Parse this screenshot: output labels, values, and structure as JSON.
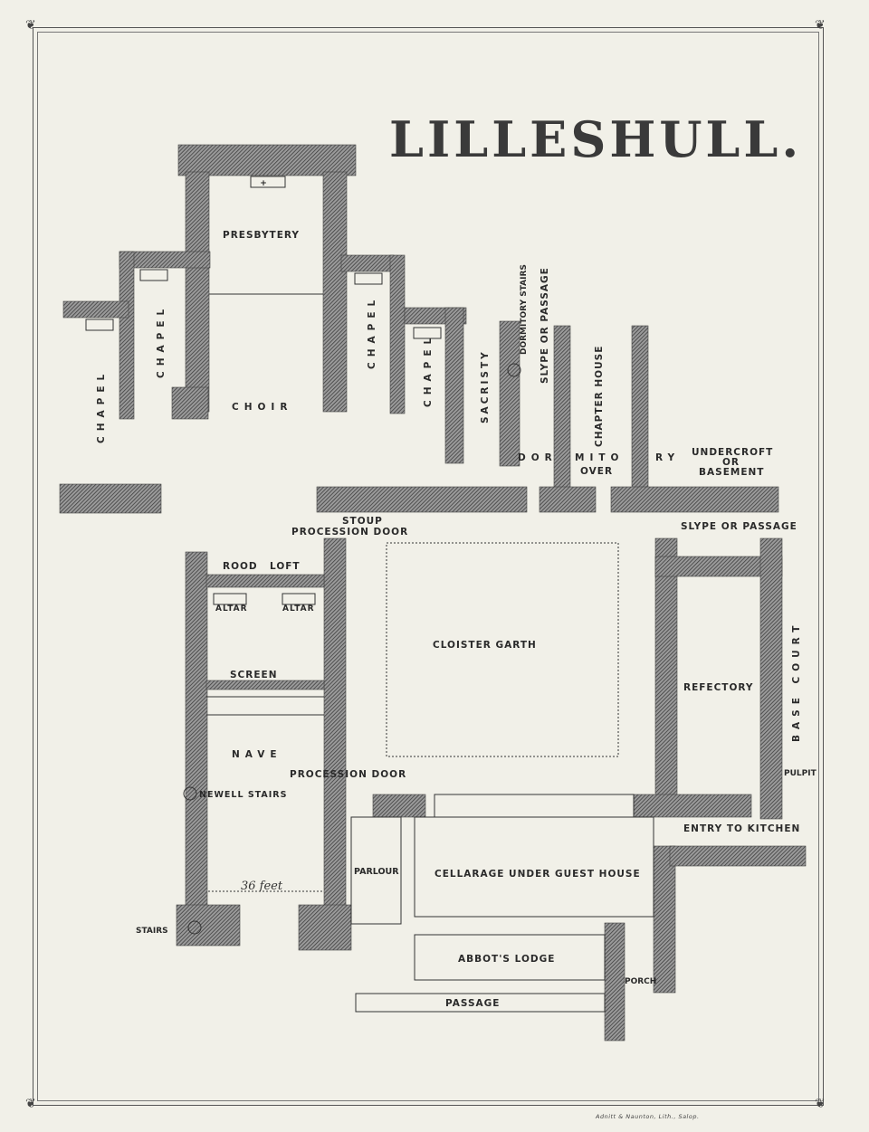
{
  "title": "Lilleshull.",
  "credit": "Adnitt & Naunton, Lith., Salop.",
  "scale_label": "36 feet",
  "colors": {
    "paper": "#f1f0e8",
    "wall": "#6b6b6b",
    "ink": "#2a2a2a"
  },
  "rooms": {
    "presbytery": "PRESBYTERY",
    "choir": "CHOIR",
    "chapel": "CHAPEL",
    "sacristy": "SACRISTY",
    "dormitory_stairs": "DORMITORY STAIRS",
    "slype_or_passage_upper": "SLYPE OR PASSAGE",
    "chapter_house": "CHAPTER HOUSE",
    "dormitory_over": [
      "DOR",
      "MITO",
      "RY",
      "OVER"
    ],
    "undercroft": [
      "UNDERCROFT",
      "OR",
      "BASEMENT"
    ],
    "slype_or_passage_east": "SLYPE OR PASSAGE",
    "stoup": "STOUP",
    "procession_door_north": "PROCESSION DOOR",
    "rood_loft": [
      "ROOD",
      "LOFT"
    ],
    "altar": "ALTAR",
    "cloister_garth": "CLOISTER GARTH",
    "refectory": "REFECTORY",
    "base_court": "BASE COURT",
    "pulpit": "PULPIT",
    "screen": "SCREEN",
    "nave": "NAVE",
    "procession_door_south": "PROCESSION DOOR",
    "newell_stairs": "NEWELL STAIRS",
    "entry_to_kitchen": "ENTRY TO KITCHEN",
    "parlour": "PARLOUR",
    "cellarage": "CELLARAGE UNDER GUEST HOUSE",
    "stairs": "STAIRS",
    "abbots_lodge": "ABBOT'S LODGE",
    "porch": "PORCH",
    "passage": "PASSAGE"
  },
  "ornaments": {
    "corner": "corner-flourish-icon",
    "altar_cross": "+"
  }
}
